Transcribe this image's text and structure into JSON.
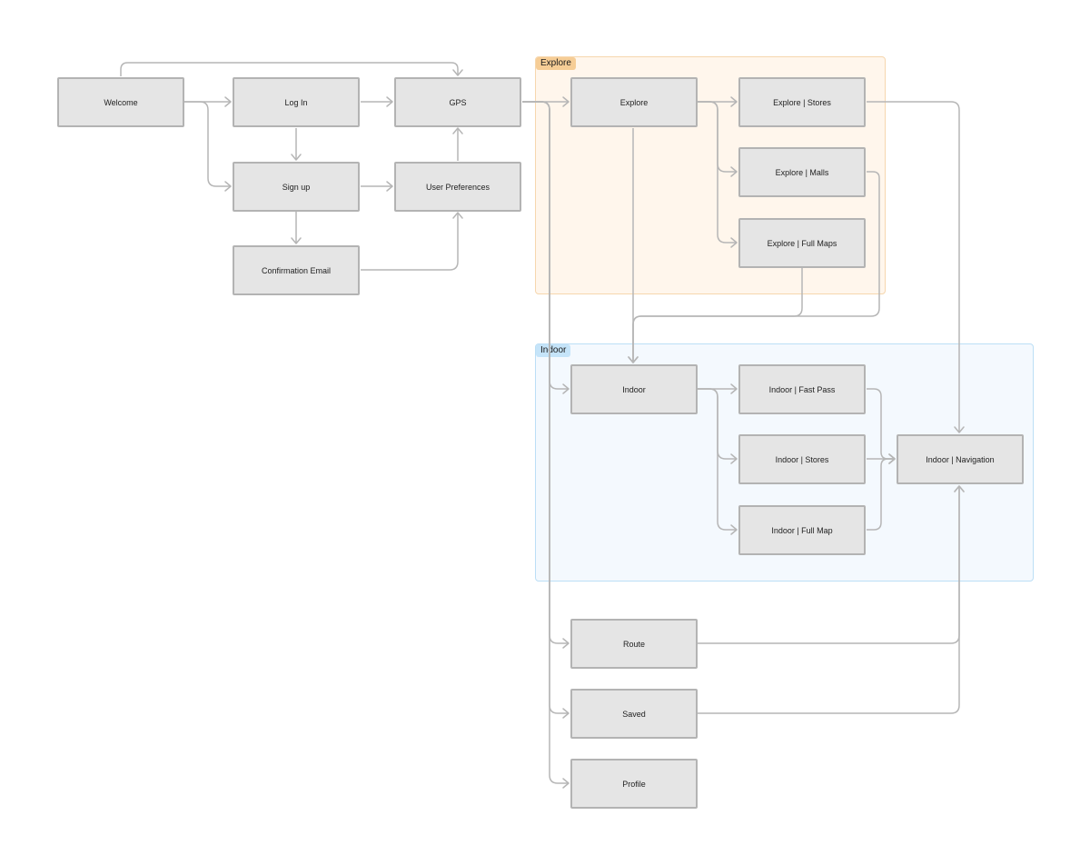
{
  "colors": {
    "node_fill": "#e5e5e5",
    "node_border": "#b3b3b3",
    "edge": "#b6b6b6",
    "explore_group_fill": "#fff6ec",
    "explore_group_border": "#f6d7ae",
    "explore_tag_fill": "#f6cd96",
    "indoor_group_fill": "#f4f9fe",
    "indoor_group_border": "#bcdff6",
    "indoor_tag_fill": "#c5e4f9"
  },
  "groups": [
    {
      "id": "explore",
      "label": "Explore",
      "fill_key": "explore_group_fill",
      "border_key": "explore_group_border",
      "tag_key": "explore_tag_fill"
    },
    {
      "id": "indoor",
      "label": "Indoor",
      "fill_key": "indoor_group_fill",
      "border_key": "indoor_group_border",
      "tag_key": "indoor_tag_fill"
    }
  ],
  "nodes": [
    {
      "id": "welcome",
      "label": "Welcome"
    },
    {
      "id": "login",
      "label": "Log In"
    },
    {
      "id": "gps",
      "label": "GPS"
    },
    {
      "id": "signup",
      "label": "Sign up"
    },
    {
      "id": "prefs",
      "label": "User Preferences"
    },
    {
      "id": "confirm",
      "label": "Confirmation Email"
    },
    {
      "id": "explore",
      "label": "Explore"
    },
    {
      "id": "explore_stores",
      "label": "Explore | Stores"
    },
    {
      "id": "explore_malls",
      "label": "Explore | Malls"
    },
    {
      "id": "explore_maps",
      "label": "Explore | Full Maps"
    },
    {
      "id": "indoor",
      "label": "Indoor"
    },
    {
      "id": "indoor_fastpass",
      "label": "Indoor | Fast Pass"
    },
    {
      "id": "indoor_stores",
      "label": "Indoor | Stores"
    },
    {
      "id": "indoor_fullmap",
      "label": "Indoor | Full Map"
    },
    {
      "id": "indoor_nav",
      "label": "Indoor | Navigation"
    },
    {
      "id": "route",
      "label": "Route"
    },
    {
      "id": "saved",
      "label": "Saved"
    },
    {
      "id": "profile",
      "label": "Profile"
    }
  ],
  "edges": [
    {
      "from": "welcome",
      "to": "login"
    },
    {
      "from": "welcome",
      "to": "signup"
    },
    {
      "from": "welcome",
      "to": "gps"
    },
    {
      "from": "login",
      "to": "gps"
    },
    {
      "from": "login",
      "to": "signup"
    },
    {
      "from": "signup",
      "to": "prefs"
    },
    {
      "from": "signup",
      "to": "confirm"
    },
    {
      "from": "confirm",
      "to": "prefs"
    },
    {
      "from": "prefs",
      "to": "gps"
    },
    {
      "from": "gps",
      "to": "explore"
    },
    {
      "from": "gps",
      "to": "indoor"
    },
    {
      "from": "gps",
      "to": "route"
    },
    {
      "from": "gps",
      "to": "saved"
    },
    {
      "from": "gps",
      "to": "profile"
    },
    {
      "from": "explore",
      "to": "explore_stores"
    },
    {
      "from": "explore",
      "to": "explore_malls"
    },
    {
      "from": "explore",
      "to": "explore_maps"
    },
    {
      "from": "explore",
      "to": "indoor"
    },
    {
      "from": "explore_malls",
      "to": "indoor"
    },
    {
      "from": "explore_maps",
      "to": "indoor"
    },
    {
      "from": "explore_stores",
      "to": "indoor_nav"
    },
    {
      "from": "indoor",
      "to": "indoor_fastpass"
    },
    {
      "from": "indoor",
      "to": "indoor_stores"
    },
    {
      "from": "indoor",
      "to": "indoor_fullmap"
    },
    {
      "from": "indoor_fastpass",
      "to": "indoor_nav"
    },
    {
      "from": "indoor_stores",
      "to": "indoor_nav"
    },
    {
      "from": "indoor_fullmap",
      "to": "indoor_nav"
    },
    {
      "from": "route",
      "to": "indoor_nav"
    },
    {
      "from": "saved",
      "to": "indoor_nav"
    }
  ]
}
